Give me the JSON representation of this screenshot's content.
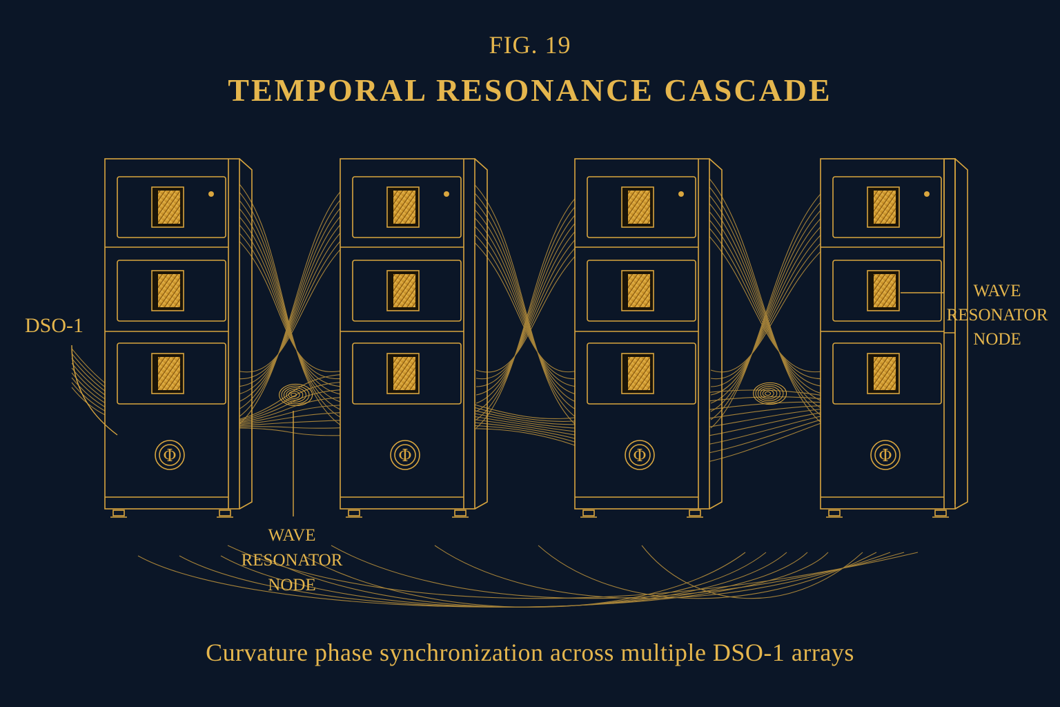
{
  "figure": {
    "number": "FIG. 19",
    "title": "TEMPORAL RESONANCE CASCADE",
    "caption": "Curvature  phase synchronization across multiple DSO-1 arrays"
  },
  "labels": {
    "dso": "DSO-1",
    "node_bottom": [
      "WAVE",
      "RESONATOR",
      "NODE"
    ],
    "node_right": [
      "WAVE",
      "RESONATOR",
      "NODE"
    ]
  },
  "cabinets": [
    {
      "name": "cabinet-1",
      "symbol": "Φ"
    },
    {
      "name": "cabinet-2",
      "symbol": "Φ"
    },
    {
      "name": "cabinet-3",
      "symbol": "Φ"
    },
    {
      "name": "cabinet-4",
      "symbol": "Φ"
    }
  ],
  "colors": {
    "background": "#0b1627",
    "gold": "#e5b64d",
    "gold_line": "#d9a63f",
    "panel_fill": "#b97f17"
  }
}
